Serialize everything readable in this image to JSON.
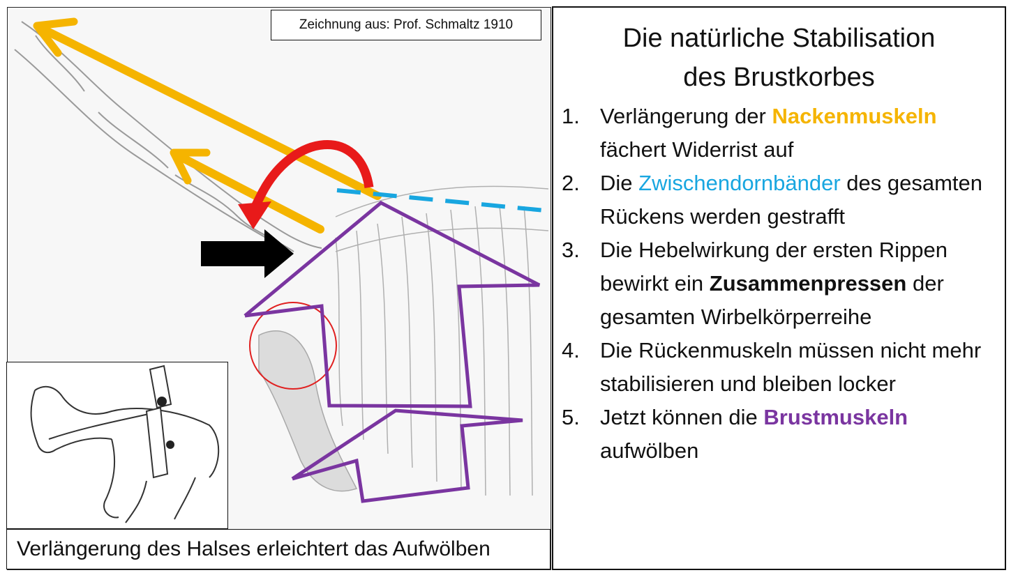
{
  "credit": "Zeichnung aus: Prof. Schmaltz 1910",
  "caption": "Verlängerung des Halses erleichtert das Aufwölben",
  "title_line1": "Die natürliche Stabilisation",
  "title_line2": "des Brustkorbes",
  "points": [
    {
      "num": "1.",
      "pre": "Verlängerung der ",
      "hl": "Nackenmuskeln",
      "post": " fächert Widerrist auf"
    },
    {
      "num": "2.",
      "pre": "Die ",
      "hl": "Zwischendornbänder",
      "post": " des gesamten Rückens werden gestrafft"
    },
    {
      "num": "3.",
      "pre": "Die Hebelwirkung der ersten Rippen bewirkt ein ",
      "hl": "Zusammenpressen",
      "post": " der gesamten Wirbelkörperreihe"
    },
    {
      "num": "4.",
      "pre": "Die Rückenmuskeln müssen nicht mehr stabilisieren und bleiben locker",
      "hl": "",
      "post": ""
    },
    {
      "num": "5.",
      "pre": "Jetzt können die ",
      "hl": "Brustmuskeln",
      "post": " aufwölben"
    }
  ],
  "colors": {
    "nacken_orange": "#f5b400",
    "baender_blue": "#18a6e0",
    "brust_purple": "#7a35a0",
    "arrow_red": "#e81a1a",
    "arrow_black": "#000000"
  }
}
